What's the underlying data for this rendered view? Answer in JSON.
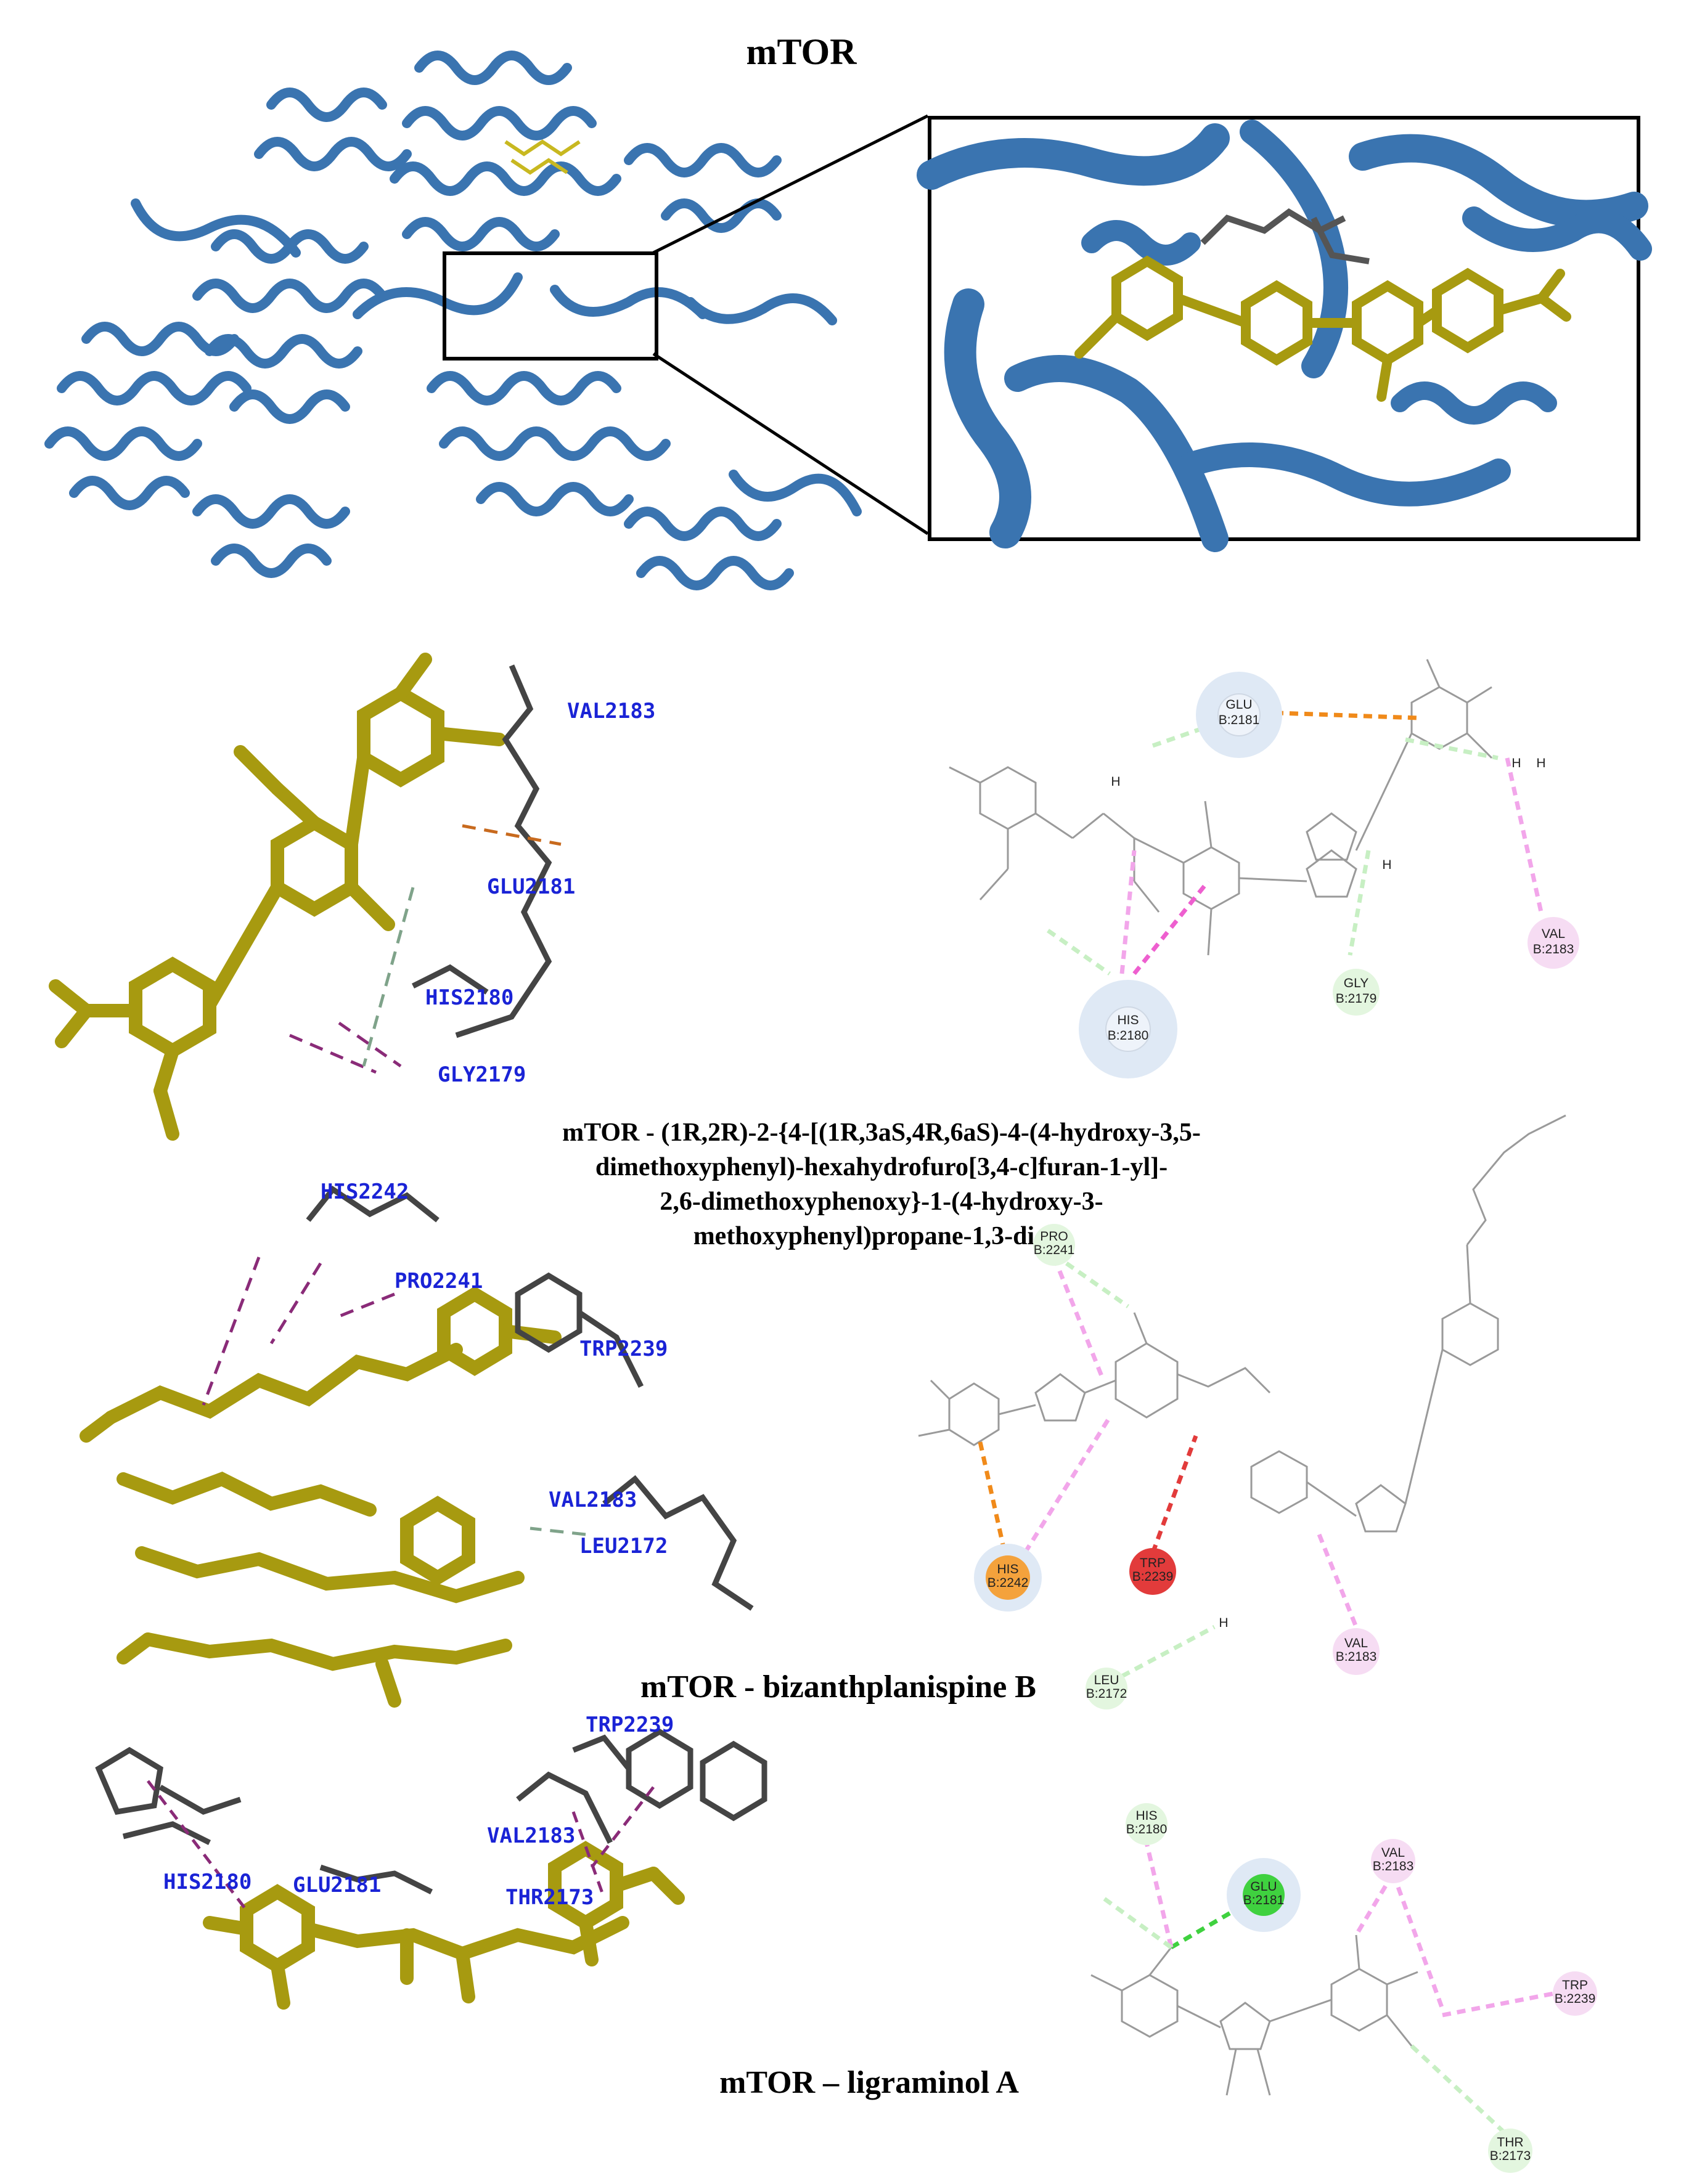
{
  "titles": {
    "protein": "mTOR",
    "complex1": [
      "mTOR -  (1R,2R)-2-{4-[(1R,3aS,4R,6aS)-4-(4-hydroxy-3,5-",
      "dimethoxyphenyl)-hexahydrofuro[3,4-c]furan-1-yl]-",
      "2,6-dimethoxyphenoxy}-1-(4-hydroxy-3-",
      "methoxyphenyl)propane-1,3-diol  -"
    ],
    "complex2": "mTOR - bizanthplanispine B",
    "complex3": "mTOR – ligraminol A"
  },
  "panel1_3d": {
    "residues": [
      "VAL2183",
      "GLU2181",
      "HIS2180",
      "GLY2179"
    ]
  },
  "panel1_2d": {
    "residues": [
      {
        "name": "GLU",
        "chain": "B:2181",
        "color": "#dfe9f5"
      },
      {
        "name": "VAL",
        "chain": "B:2183",
        "color": "#f6dcf3"
      },
      {
        "name": "GLY",
        "chain": "B:2179",
        "color": "#e3f6df"
      },
      {
        "name": "HIS",
        "chain": "B:2180",
        "color": "#dfe9f5"
      }
    ],
    "atoms": [
      "H",
      "H",
      "H",
      "H"
    ]
  },
  "panel2_3d": {
    "residues": [
      "HIS2242",
      "PRO2241",
      "TRP2239",
      "VAL2183",
      "LEU2172"
    ]
  },
  "panel2_2d": {
    "residues": [
      {
        "name": "PRO",
        "chain": "B:2241",
        "color": "#e3f6df"
      },
      {
        "name": "HIS",
        "chain": "B:2242",
        "color": "#f4a23c"
      },
      {
        "name": "TRP",
        "chain": "B:2239",
        "color": "#e23b3b"
      },
      {
        "name": "LEU",
        "chain": "B:2172",
        "color": "#e3f6df"
      },
      {
        "name": "VAL",
        "chain": "B:2183",
        "color": "#f6dcf3"
      }
    ],
    "atoms": [
      "H"
    ]
  },
  "panel3_3d": {
    "residues": [
      "TRP2239",
      "VAL2183",
      "HIS2180",
      "GLU2181",
      "THR2173"
    ]
  },
  "panel3_2d": {
    "residues": [
      {
        "name": "HIS",
        "chain": "B:2180",
        "color": "#e3f6df"
      },
      {
        "name": "GLU",
        "chain": "B:2181",
        "color": "#3fd13f"
      },
      {
        "name": "VAL",
        "chain": "B:2183",
        "color": "#f6dcf3"
      },
      {
        "name": "TRP",
        "chain": "B:2239",
        "color": "#f6dcf3"
      },
      {
        "name": "THR",
        "chain": "B:2173",
        "color": "#e3f6df"
      }
    ]
  },
  "colors": {
    "protein": "#3a74b0",
    "ligand": "#a79a10",
    "residue_label": "#1a23d6"
  }
}
